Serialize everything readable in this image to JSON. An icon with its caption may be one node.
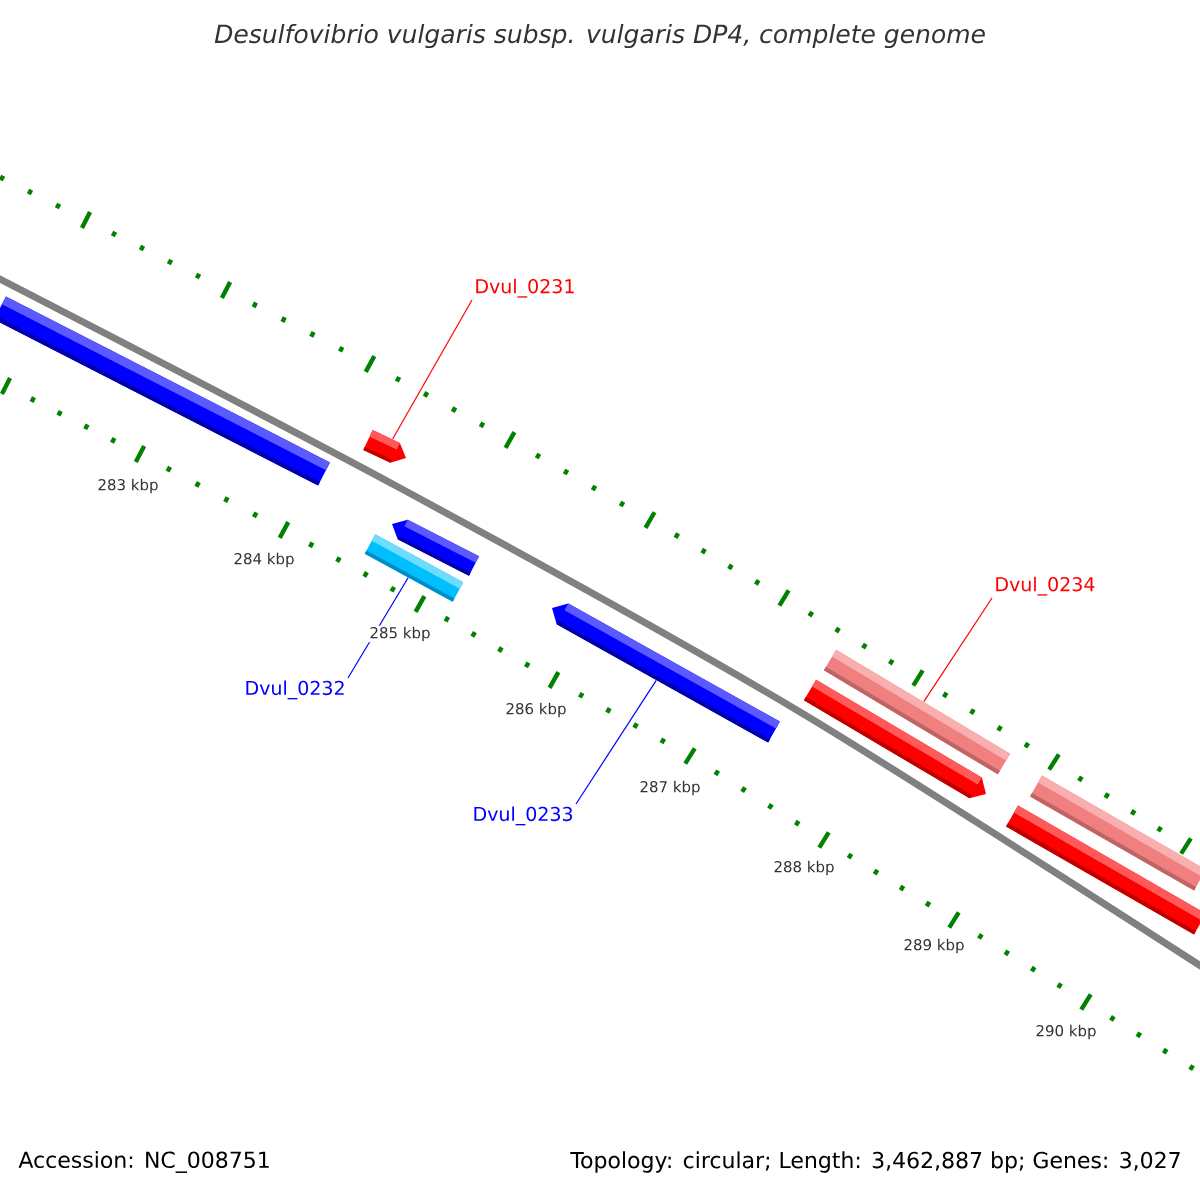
{
  "diagram": {
    "title": "Desulfovibrio vulgaris subsp. vulgaris DP4, complete genome",
    "nodes": [
      {
        "text": [
          "Dvul_0231"
        ]
      },
      {
        "text": [
          "Dvul_0234"
        ]
      },
      {
        "text": [
          "Dvul_0232"
        ]
      },
      {
        "text": [
          "Dvul_0233"
        ]
      },
      {
        "text": [],
        "shape": "bar"
      },
      {
        "text": [],
        "shape": "bar"
      },
      {
        "text": [],
        "shape": "bar"
      },
      {
        "text": [],
        "shape": "bar"
      },
      {
        "text": [],
        "shape": "bar"
      },
      {
        "text": [],
        "shape": "bar"
      },
      {
        "text": [],
        "shape": "bar"
      },
      {
        "text": [],
        "shape": "bar"
      },
      {
        "text": [],
        "shape": "bar"
      }
    ],
    "edges": [
      {
        "from": 0,
        "to": 5,
        "arrow": "none",
        "color": "#ff0000"
      },
      {
        "from": 1,
        "to": 10,
        "arrow": "none",
        "color": "#ff0000"
      },
      {
        "from": 2,
        "to": 6,
        "arrow": "none",
        "color": "#0000ff"
      },
      {
        "from": 3,
        "to": 8,
        "arrow": "none",
        "color": "#0000ff"
      }
    ],
    "labels": [
      "283 kbp",
      "284 kbp",
      "285 kbp",
      "286 kbp",
      "287 kbp",
      "288 kbp",
      "289 kbp",
      "290 kbp",
      "Accession: NC_008751",
      "Topology: circular; Length: 3,462,887 bp; Genes: 3,027"
    ]
  }
}
